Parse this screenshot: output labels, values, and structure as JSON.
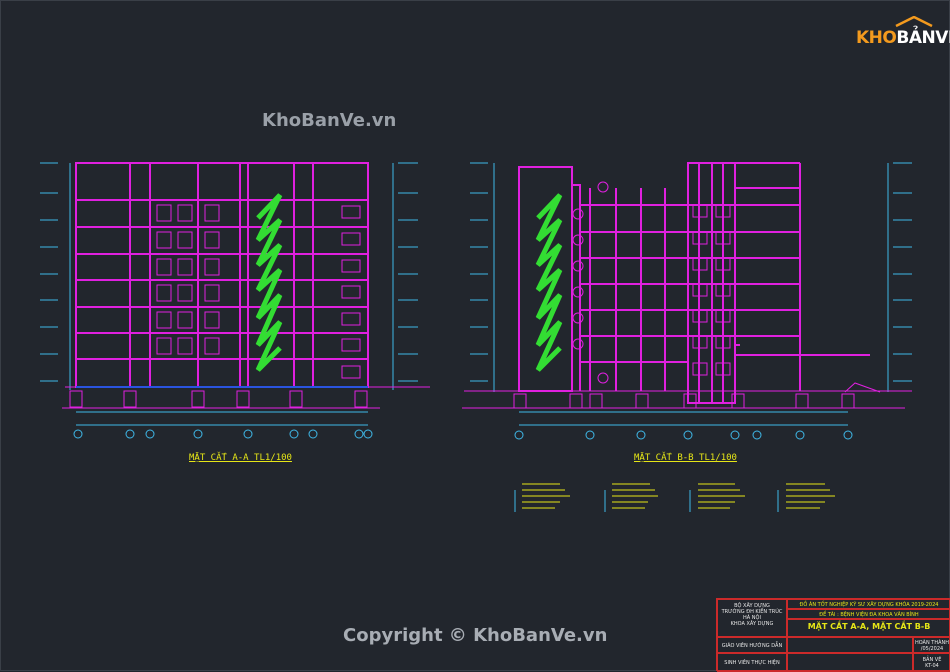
{
  "watermarks": {
    "top": "KhoBanVe.vn",
    "bottom": "Copyright © KhoBanVe.vn"
  },
  "logo": {
    "part1": "KHO",
    "part2": "BẢNVẼ"
  },
  "sections": {
    "left_title": "MẶT CẮT A-A TL1/100",
    "right_title": "MẶT CẮT B-B TL1/100"
  },
  "title_block": {
    "org_line1": "BỘ XÂY DỰNG",
    "org_line2": "TRƯỜNG ĐH KIẾN TRÚC",
    "org_line3": "HÀ NỘI",
    "org_line4": "KHOA XÂY DỰNG",
    "project_line1": "ĐỒ ÁN TỐT NGHIỆP KỸ SƯ XÂY DỰNG KHÓA 2019-2024",
    "project_line2": "ĐỀ TÀI : BỆNH VIỆN ĐA KHOA VĂN BÌNH",
    "drawing_title": "MẶT CẮT A-A, MẶT CẮT B-B",
    "advisor_label": "GIÁO VIÊN HƯỚNG DẪN",
    "student_label": "SINH VIÊN THỰC HIỆN",
    "completed_label": "HOÀN THÀNH",
    "date": "/05/2024",
    "sheet_label": "BẢN VẼ",
    "sheet_no": "KT-04"
  },
  "colors": {
    "background": "#22262d",
    "frame": "#e020e0",
    "stair": "#33dd33",
    "axis": "#3fb8e8",
    "annotation": "#e6e617",
    "title_block": "#cc2a2a"
  }
}
